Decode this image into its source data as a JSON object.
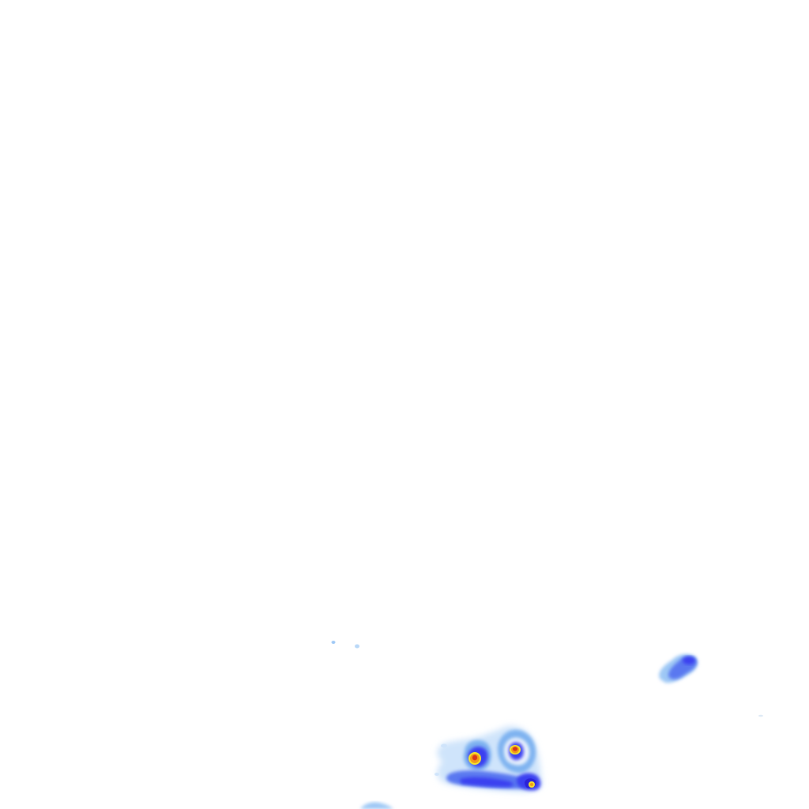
{
  "image": {
    "kind": "radar-reflectivity-overlay",
    "background_color": "#ffffff",
    "legend_shown": false,
    "labels_shown": false
  },
  "palette": {
    "very_light": "#cfe4fb",
    "light_blue": "#9ec8f5",
    "sky_blue": "#7fb3f0",
    "blue": "#5a78f0",
    "deep_blue": "#3a3ff0",
    "indigo": "#2b22d8",
    "yellow": "#f7e82a",
    "orange": "#f39a1a",
    "red": "#d8351c"
  },
  "echoes": [
    {
      "name": "specks-center",
      "intensity": "very-light"
    },
    {
      "name": "cell-east",
      "intensity": "moderate"
    },
    {
      "name": "cluster-south",
      "intensity": "heavy",
      "cores": [
        "core-west",
        "core-center",
        "core-east"
      ]
    },
    {
      "name": "fragment-bottom",
      "intensity": "very-light"
    },
    {
      "name": "wisp-far-east",
      "intensity": "very-light"
    }
  ]
}
